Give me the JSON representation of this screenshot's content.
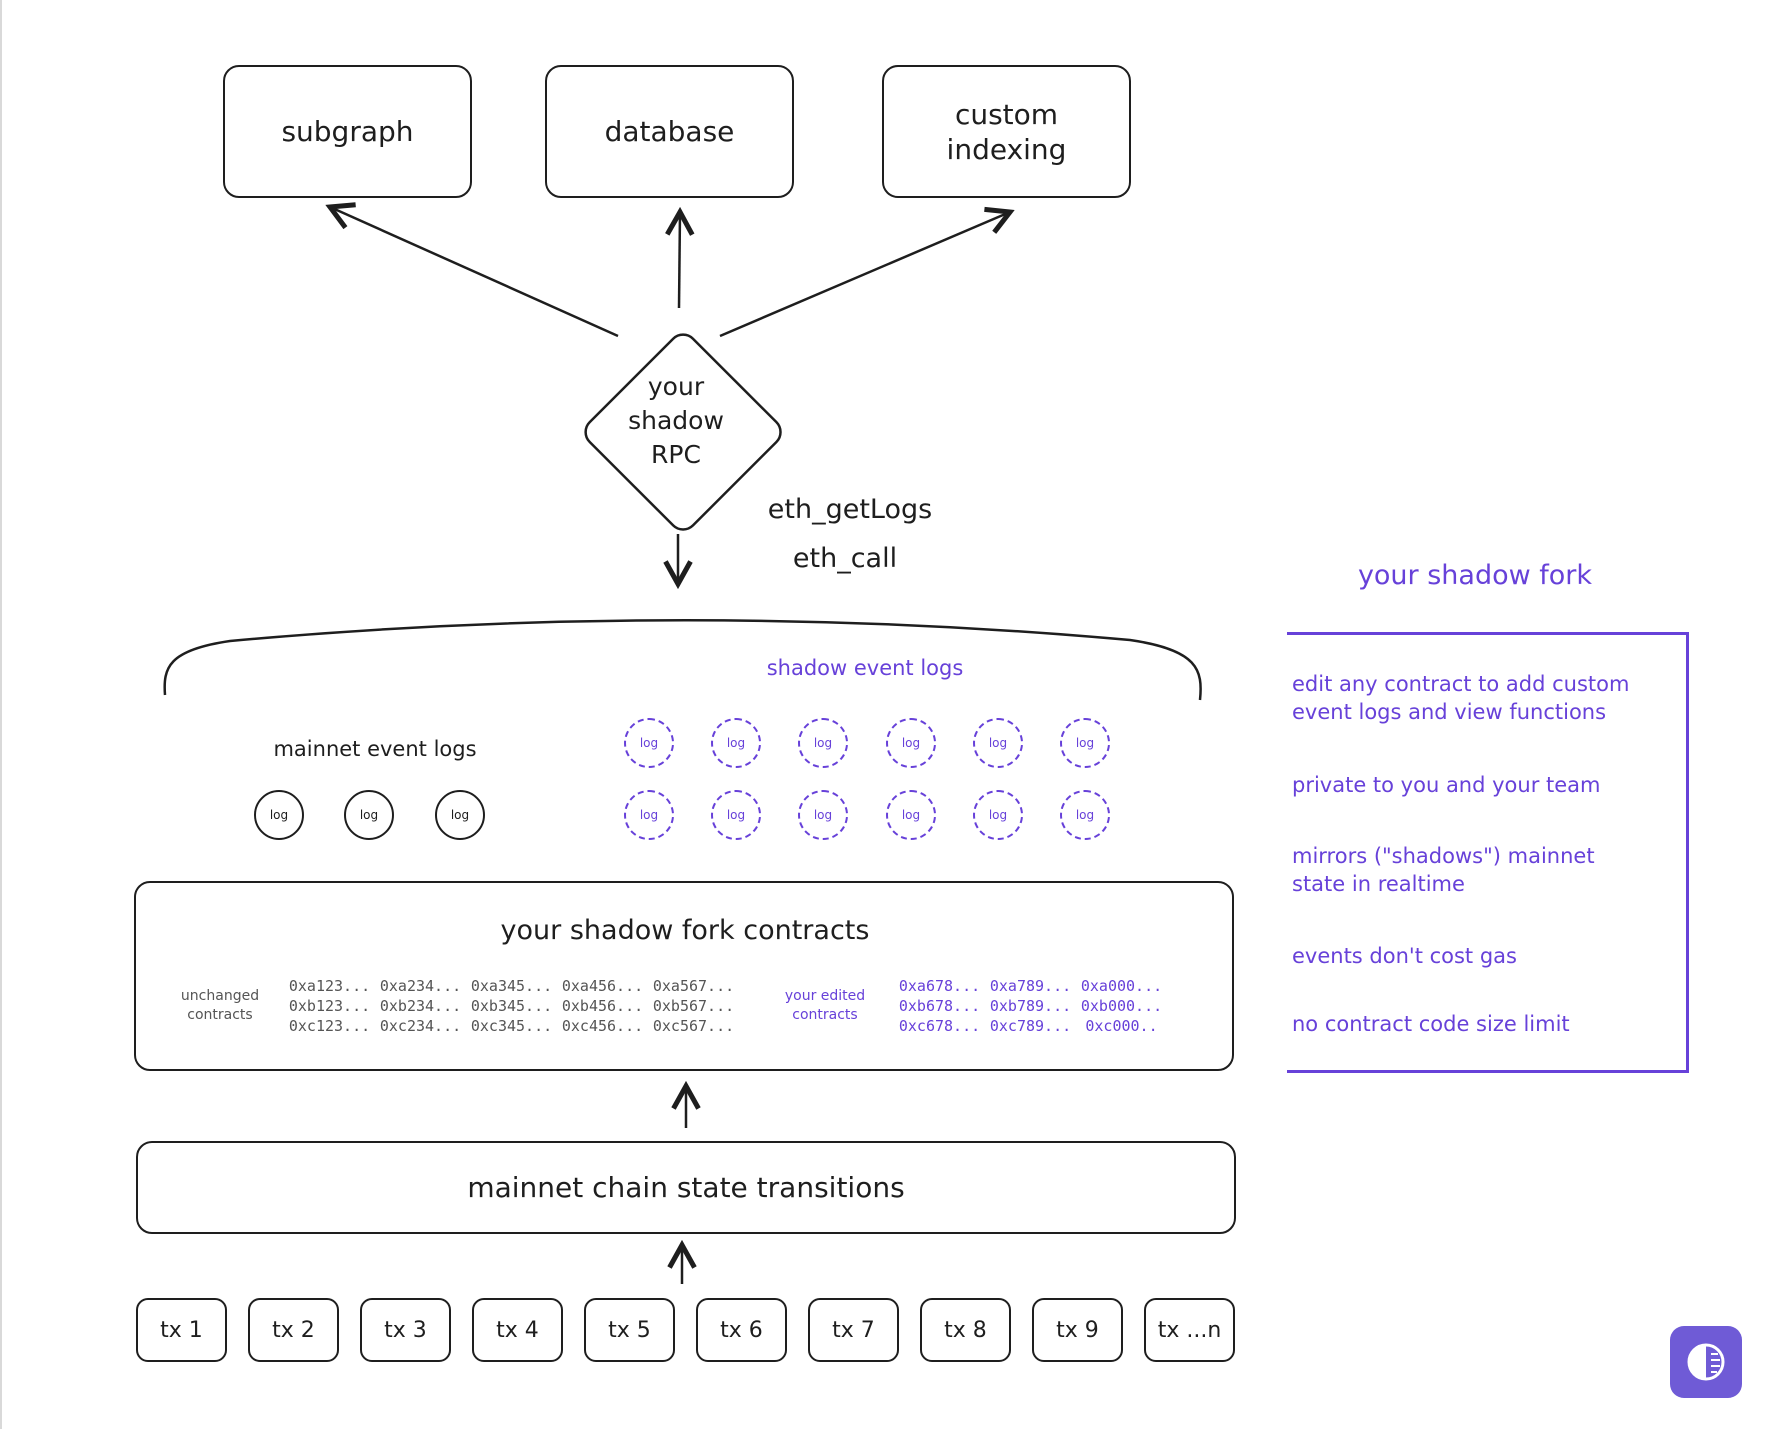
{
  "top_boxes": {
    "subgraph": "subgraph",
    "database": "database",
    "custom_indexing": "custom\nindexing"
  },
  "rpc": {
    "label": "your\nshadow\nRPC",
    "method_get_logs": "eth_getLogs",
    "method_call": "eth_call"
  },
  "logs": {
    "shadow_label": "shadow event logs",
    "mainnet_label": "mainnet event logs",
    "log_label": "log"
  },
  "contracts": {
    "title": "your shadow fork contracts",
    "unchanged_label": "unchanged\ncontracts",
    "edited_label": "your edited\ncontracts",
    "unchanged_addresses": [
      "0xa123...",
      "0xb123...",
      "0xc123...",
      "0xa234...",
      "0xb234...",
      "0xc234...",
      "0xa345...",
      "0xb345...",
      "0xc345...",
      "0xa456...",
      "0xb456...",
      "0xc456...",
      "0xa567...",
      "0xb567...",
      "0xc567..."
    ],
    "edited_addresses": [
      "0xa678...",
      "0xb678...",
      "0xc678...",
      "0xa789...",
      "0xb789...",
      "0xc789...",
      "0xa000...",
      "0xb000...",
      "0xc000.."
    ]
  },
  "state_transitions": {
    "label": "mainnet chain state transitions"
  },
  "transactions": [
    "tx 1",
    "tx 2",
    "tx 3",
    "tx 4",
    "tx 5",
    "tx 6",
    "tx 7",
    "tx 8",
    "tx 9",
    "tx ...n"
  ],
  "side_panel": {
    "title": "your shadow fork",
    "features": [
      "edit any contract to add custom\nevent logs and view functions",
      "private to you and your team",
      "mirrors (\"shadows\") mainnet\nstate in realtime",
      "events don't cost gas",
      "no contract code size limit"
    ]
  },
  "colors": {
    "ink": "#1e1e1e",
    "accent": "#6741d9",
    "badge": "#6f5bd6"
  },
  "icons": {
    "badge": "half-moon-contrast-icon"
  }
}
